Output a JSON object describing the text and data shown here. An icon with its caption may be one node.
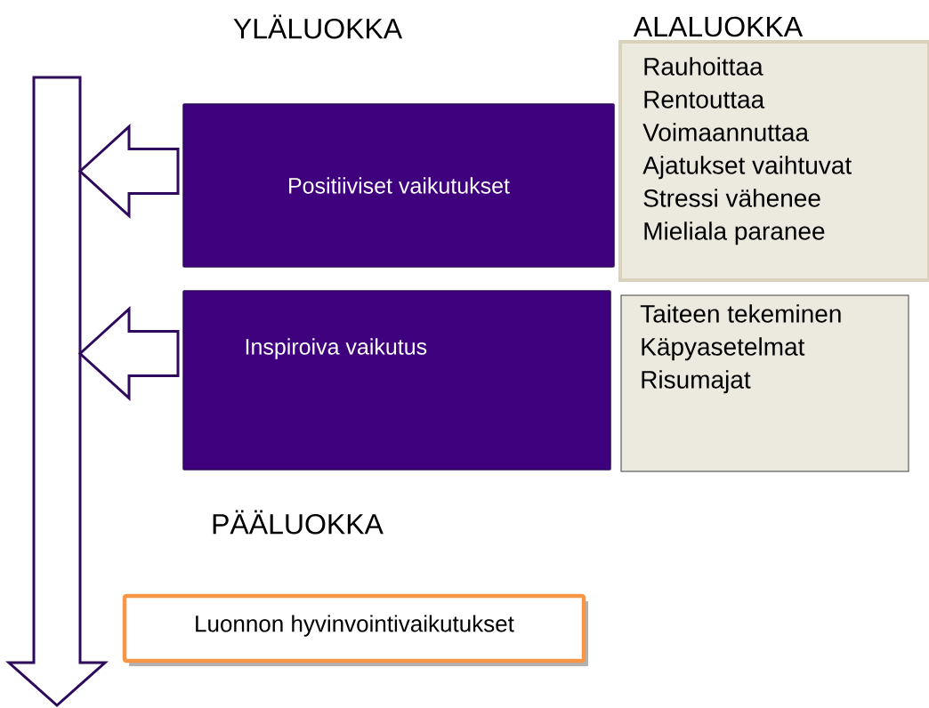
{
  "diagram": {
    "nodes": [
      {
        "text": [
          "Positiiviset vaikutukset"
        ]
      },
      {
        "text": [
          "Rauhoittaa",
          "Rentouttaa",
          "Voimaannuttaa",
          "Ajatukset vaihtuvat",
          "Stressi vähenee",
          "Mieliala paranee"
        ]
      },
      {
        "text": [
          "Inspiroiva vaikutus"
        ]
      },
      {
        "text": [
          "Taiteen tekeminen",
          "Käpyasetelmat",
          "Risumajat"
        ]
      },
      {
        "text": [
          "Luonnon hyvinvointivaikutukset"
        ]
      },
      {
        "text": [],
        "shape": "arrow"
      }
    ],
    "edges": [
      {
        "from": 0,
        "to": 5,
        "arrow": "to"
      },
      {
        "from": 2,
        "to": 5,
        "arrow": "to"
      }
    ],
    "labels": [
      "YLÄLUOKKA",
      "ALALUOKKA",
      "PÄÄLUOKKA"
    ]
  }
}
